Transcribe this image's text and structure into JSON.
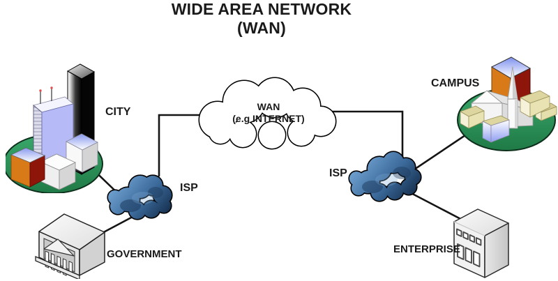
{
  "title": {
    "line1": "WIDE AREA NETWORK",
    "line2": "(WAN)"
  },
  "wan_cloud": {
    "name_line": "WAN",
    "detail_line": "(e.g INTERNET)"
  },
  "labels": {
    "city": "CITY",
    "isp_left": "ISP",
    "isp_right": "ISP",
    "government": "GOVERNMENT",
    "campus": "CAMPUS",
    "enterprise": "ENTERPRISE"
  },
  "colors": {
    "line": "#141414",
    "text": "#1a1a1a",
    "grass_green": "#2f9e62",
    "grass_outline": "#0d2e1b",
    "isp_cloud_light": "#6d9fcf",
    "isp_cloud_dark": "#16304f",
    "wan_cloud_fill": "#ffffff",
    "outline_black": "#000000",
    "building_orange": "#d97a18",
    "building_dark_red": "#8e150a",
    "building_lavender": "#b6baf6",
    "building_beige": "#ddd6a0"
  }
}
